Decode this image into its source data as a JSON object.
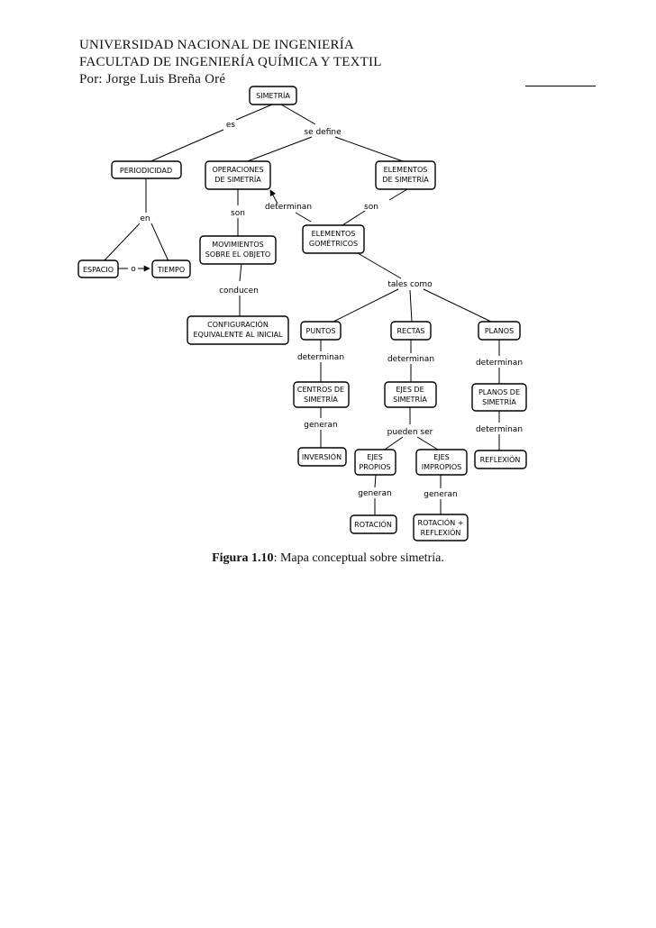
{
  "header": {
    "line1": "UNIVERSIDAD NACIONAL DE INGENIERÍA",
    "line2": "FACULTAD DE INGENIERÍA QUÍMICA Y TEXTIL",
    "line3": "Por: Jorge Luis Breña Oré"
  },
  "concepts": {
    "simetria": [
      "SIMETRÍA"
    ],
    "periodicidad": [
      "PERIODICIDAD"
    ],
    "operaciones": [
      "OPERACIONES",
      "DE SIMETRÍA"
    ],
    "elementos": [
      "ELEMENTOS",
      "DE SIMETRÍA"
    ],
    "espacio": [
      "ESPACIO"
    ],
    "tiempo": [
      "TIEMPO"
    ],
    "movimientos": [
      "MOVIMIENTOS",
      "SOBRE EL OBJETO"
    ],
    "geometricos": [
      "ELEMENTOS",
      "GOMÉTRICOS"
    ],
    "configuracion": [
      "CONFIGURACIÓN",
      "EQUIVALENTE AL INICIAL"
    ],
    "puntos": [
      "PUNTOS"
    ],
    "rectas": [
      "RECTAS"
    ],
    "planos": [
      "PLANOS"
    ],
    "centros": [
      "CENTROS DE",
      "SIMETRÍA"
    ],
    "ejes": [
      "EJES DE",
      "SIMETRÍA"
    ],
    "planos_sim": [
      "PLANOS DE",
      "SIMETRÍA"
    ],
    "inversion": [
      "INVERSIÓN"
    ],
    "ejes_propios": [
      "EJES",
      "PROPIOS"
    ],
    "ejes_impropios": [
      "EJES",
      "IMPROPIOS"
    ],
    "reflexion": [
      "REFLEXIÓN"
    ],
    "rotacion": [
      "ROTACIÓN"
    ],
    "rotacion_reflexion": [
      "ROTACIÓN +",
      "REFLEXIÓN"
    ]
  },
  "links": {
    "es": "es",
    "se_define": "se define",
    "en": "en",
    "o": "o",
    "son_a": "son",
    "determinan_a": "determinan",
    "son_b": "son",
    "conducen": "conducen",
    "tales_como": "tales como",
    "determinan_puntos": "determinan",
    "determinan_rectas": "determinan",
    "determinan_planos": "determinan",
    "generan_centros": "generan",
    "pueden_ser": "pueden ser",
    "determinan_planos_sim": "determinan",
    "generan_propios": "generan",
    "generan_impropios": "generan"
  },
  "caption": {
    "label": "Figura 1.10",
    "text": ": Mapa conceptual sobre simetría."
  }
}
